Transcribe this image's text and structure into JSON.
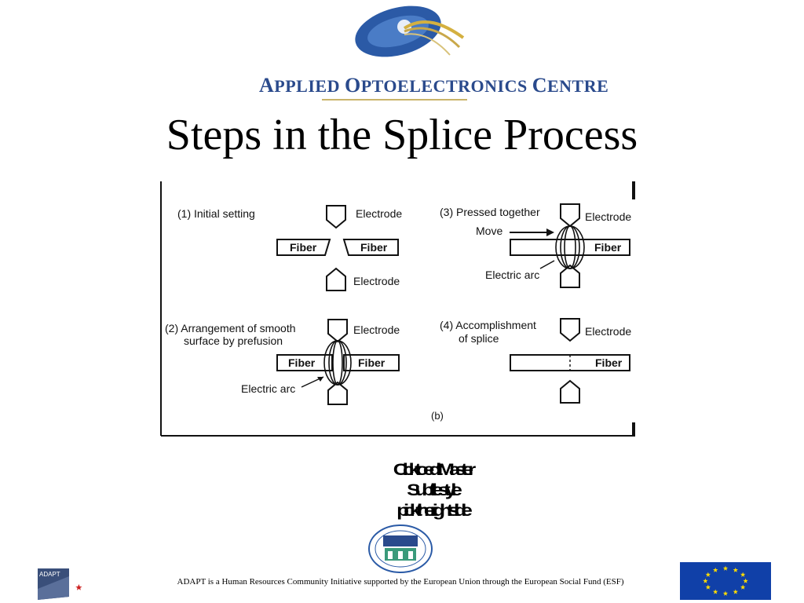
{
  "header": {
    "org_name_first": "A",
    "org_name_rest1": "PPLIED ",
    "org_name_second": "O",
    "org_name_rest2": "PTOELECTRONICS ",
    "org_name_third": "C",
    "org_name_rest3": "ENTRE"
  },
  "slide": {
    "title": "Steps in the Splice Process"
  },
  "figure": {
    "step1_label": "(1)  Initial setting",
    "step2_label_line1": "(2)  Arrangement of smooth",
    "step2_label_line2": "surface by prefusion",
    "step3_label": "(3)  Pressed together",
    "step4_label_line1": "(4)  Accomplishment",
    "step4_label_line2": "of splice",
    "electrode": "Electrode",
    "fiber": "Fiber",
    "electric_arc": "Electric arc",
    "move": "Move",
    "panel_tag": "(b)"
  },
  "caption": {
    "line1": "Click to edit Master",
    "line2": "Subtitle style",
    "line3": "pick the right slide"
  },
  "footer": {
    "text": "ADAPT is a Human Resources Community Initiative supported by the European Union through the European Social Fund (ESF)",
    "adapt_label": "ADAPT"
  },
  "colors": {
    "brand_blue": "#2a4a8c",
    "brand_gold": "#c9b36a",
    "eu_blue": "#1040a8",
    "eu_star": "#ffdd00"
  },
  "icons": {
    "logo": "optoelectronics-logo-icon",
    "dit": "dit-seal-icon",
    "adapt": "adapt-logo-icon",
    "eu": "eu-flag-icon"
  }
}
